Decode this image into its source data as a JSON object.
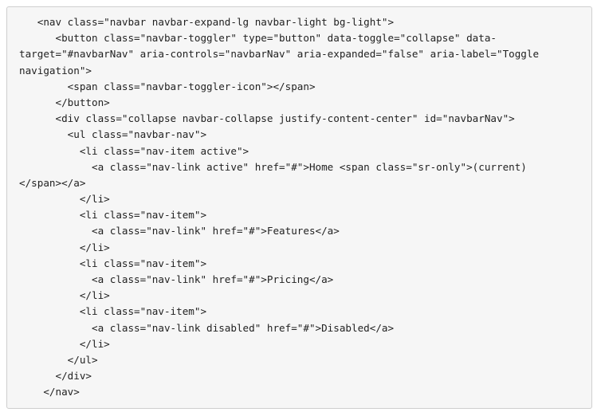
{
  "code_lines": [
    "   <nav class=\"navbar navbar-expand-lg navbar-light bg-light\">",
    "      <button class=\"navbar-toggler\" type=\"button\" data-toggle=\"collapse\" data-",
    "target=\"#navbarNav\" aria-controls=\"navbarNav\" aria-expanded=\"false\" aria-label=\"Toggle",
    "navigation\">",
    "        <span class=\"navbar-toggler-icon\"></span>",
    "      </button>",
    "      <div class=\"collapse navbar-collapse justify-content-center\" id=\"navbarNav\">",
    "        <ul class=\"navbar-nav\">",
    "          <li class=\"nav-item active\">",
    "            <a class=\"nav-link active\" href=\"#\">Home <span class=\"sr-only\">(current)",
    "</span></a>",
    "          </li>",
    "          <li class=\"nav-item\">",
    "            <a class=\"nav-link\" href=\"#\">Features</a>",
    "          </li>",
    "          <li class=\"nav-item\">",
    "            <a class=\"nav-link\" href=\"#\">Pricing</a>",
    "          </li>",
    "          <li class=\"nav-item\">",
    "            <a class=\"nav-link disabled\" href=\"#\">Disabled</a>",
    "          </li>",
    "        </ul>",
    "      </div>",
    "    </nav>"
  ]
}
